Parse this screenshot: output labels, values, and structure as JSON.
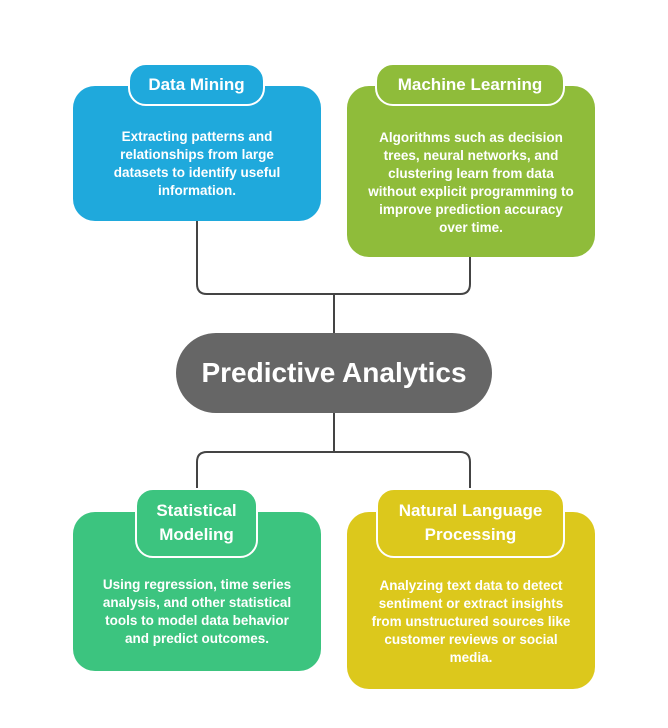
{
  "center": {
    "title": "Predictive Analytics",
    "color": "#666666"
  },
  "nodes": [
    {
      "title": "Data Mining",
      "description": "Extracting patterns and relationships from large datasets to identify useful information.",
      "color": "#1fa9dc"
    },
    {
      "title": "Machine Learning",
      "description": "Algorithms such as decision trees, neural networks, and clustering learn from data without explicit programming to improve prediction accuracy over time.",
      "color": "#8fbc3a"
    },
    {
      "title": "Statistical Modeling",
      "description": "Using regression, time series analysis, and other statistical tools to model data behavior and predict outcomes.",
      "color": "#3cc47f"
    },
    {
      "title": "Natural Language Processing",
      "description": "Analyzing text data to detect sentiment or extract insights from unstructured sources like customer reviews or social media.",
      "color": "#dcc81c"
    }
  ]
}
